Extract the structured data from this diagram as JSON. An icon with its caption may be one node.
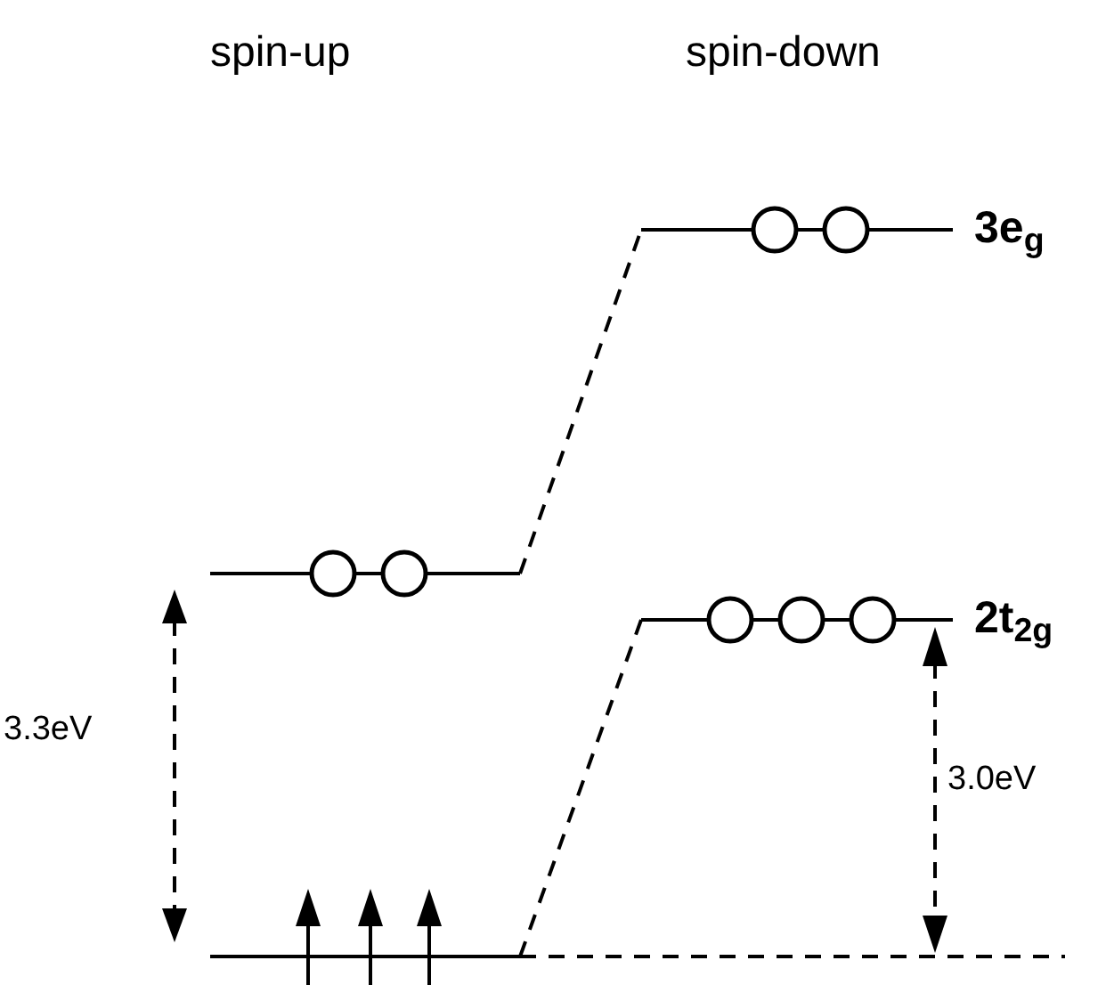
{
  "diagram": {
    "nodes": [
      {
        "text": [],
        "shape": "bar"
      },
      {
        "text": [],
        "shape": "bar"
      },
      {
        "text": [
          "3e$_{g}$"
        ]
      },
      {
        "text": [
          "2t$_{2g}$"
        ]
      }
    ],
    "edges": [
      {
        "from": 0,
        "to": 2,
        "arrow": "none",
        "style": "dashed"
      },
      {
        "from": 1,
        "to": 3,
        "arrow": "none",
        "style": "dashed"
      }
    ],
    "labels": [
      "spin-up",
      "spin-down",
      "3.3eV",
      "3.0eV"
    ]
  }
}
